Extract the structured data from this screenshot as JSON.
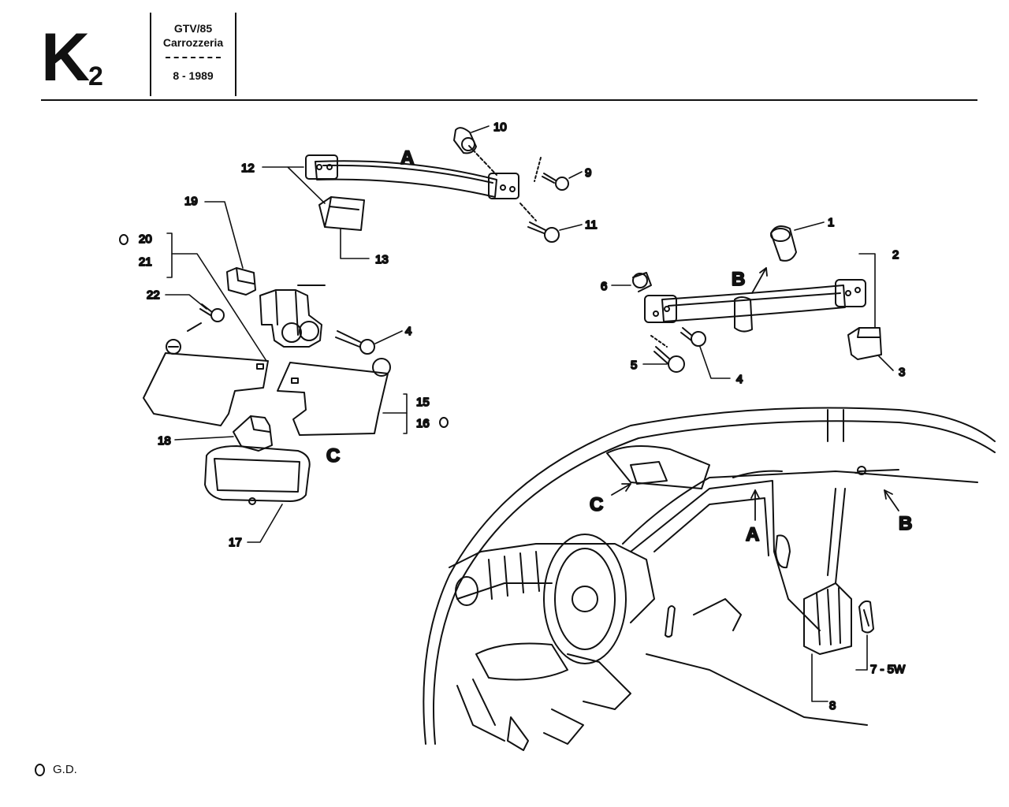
{
  "header": {
    "page_code": "K",
    "page_code_sub": "2",
    "model": "GTV/85",
    "section": "Carrozzeria",
    "date": "8 - 1989"
  },
  "callouts": {
    "n1": "1",
    "n2": "2",
    "n3": "3",
    "n4a": "4",
    "n4b": "4",
    "n5": "5",
    "n6": "6",
    "n7": "7 - 5W",
    "n8": "8",
    "n9": "9",
    "n10": "10",
    "n11": "11",
    "n12": "12",
    "n13": "13",
    "n15": "15",
    "n16": "16",
    "n17": "17",
    "n18": "18",
    "n19": "19",
    "n20": "20",
    "n21": "21",
    "n22": "22"
  },
  "views": {
    "a_top": "A",
    "b_top": "B",
    "c_top": "C",
    "a_car": "A",
    "b_car": "B",
    "c_car": "C"
  },
  "footnote": {
    "label": "G.D."
  }
}
